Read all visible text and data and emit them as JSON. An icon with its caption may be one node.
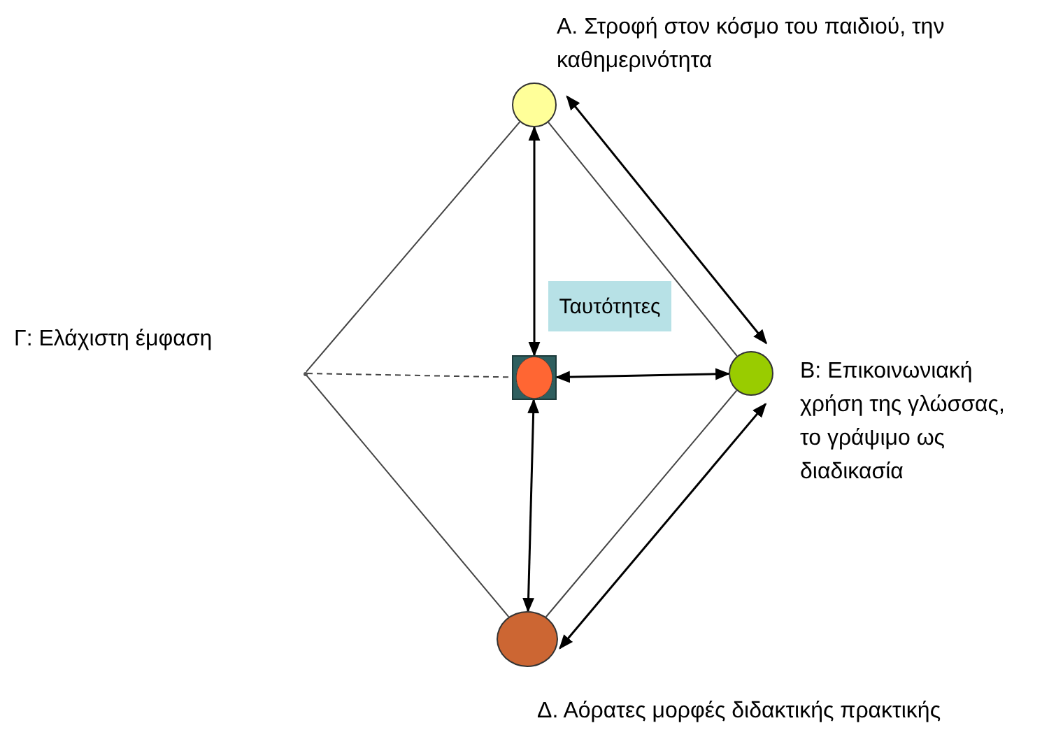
{
  "diagram": {
    "nodes": [
      {
        "text": [],
        "shape": "circle",
        "beside": [
          "Α. Στροφή στον κόσμο του παιδιού, την καθημερινότητα"
        ]
      },
      {
        "text": [],
        "shape": "circle",
        "beside": [
          "Β: Επικοινωνιακή χρήση της γλώσσας, το γράψιμο ως διαδικασία"
        ]
      },
      {
        "text": [],
        "shape": "circle"
      },
      {
        "text": [],
        "shape": "circle",
        "beside": [
          "Δ. Αόρατες μορφές διδακτικής πρακτικής"
        ]
      },
      {
        "text": [],
        "shape": "point"
      },
      {
        "text": [
          "Ταυτότητες"
        ]
      }
    ],
    "edges": [
      {
        "from": 0,
        "to": 4,
        "arrow": "none"
      },
      {
        "from": 0,
        "to": 1,
        "arrow": "none"
      },
      {
        "from": 4,
        "to": 3,
        "arrow": "none"
      },
      {
        "from": 1,
        "to": 3,
        "arrow": "none"
      },
      {
        "from": 4,
        "to": 2,
        "arrow": "none",
        "style": "dashed"
      },
      {
        "from": 0,
        "to": 2,
        "arrow": "both"
      },
      {
        "from": 2,
        "to": 1,
        "arrow": "both"
      },
      {
        "from": 2,
        "to": 3,
        "arrow": "both"
      },
      {
        "from": 0,
        "to": 1,
        "arrow": "both"
      },
      {
        "from": 1,
        "to": 3,
        "arrow": "both"
      }
    ],
    "labels": [
      "Γ: Ελάχιστη έμφαση"
    ]
  }
}
